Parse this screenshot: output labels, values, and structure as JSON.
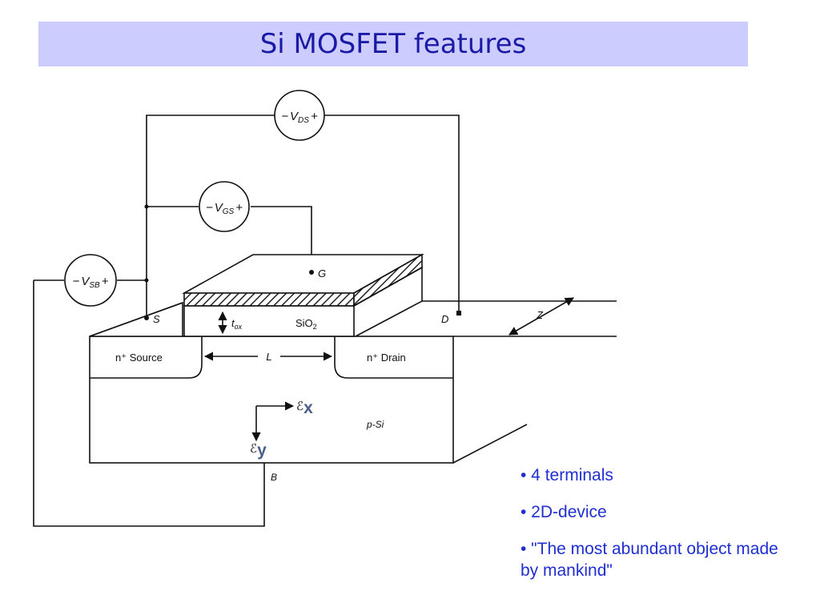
{
  "title": "Si MOSFET features",
  "diagram": {
    "voltage_sources": [
      {
        "id": "vds",
        "minus": "−",
        "label": "V",
        "sub": "DS",
        "plus": "+"
      },
      {
        "id": "vgs",
        "minus": "−",
        "label": "V",
        "sub": "GS",
        "plus": "+"
      },
      {
        "id": "vsb",
        "minus": "−",
        "label": "V",
        "sub": "SB",
        "plus": "+"
      }
    ],
    "terminals": {
      "gate": "G",
      "source": "S",
      "drain": "D",
      "bulk": "B"
    },
    "labels": {
      "oxide_thickness": "t",
      "oxide_thickness_sub": "ox",
      "oxide": "SiO",
      "oxide_sub": "2",
      "channel_length": "L",
      "width": "Z",
      "source_region": "n⁺ Source",
      "drain_region": "n⁺ Drain",
      "substrate": "p-Si",
      "field_x_symbol": "ℰ",
      "field_x_sub": "x",
      "field_y_symbol": "ℰ",
      "field_y_sub": "y"
    }
  },
  "bullets": [
    "• 4 terminals",
    "• 2D-device",
    "• \"The most abundant object made by mankind\""
  ]
}
